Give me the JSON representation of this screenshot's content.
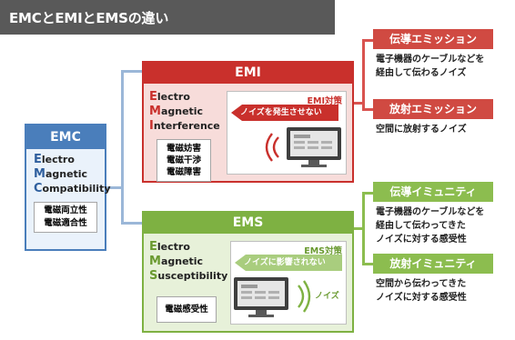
{
  "title": "EMCとEMIとEMSの違い",
  "emc": {
    "head": "EMC",
    "words": [
      {
        "cap": "E",
        "rest": "lectro"
      },
      {
        "cap": "M",
        "rest": "agnetic"
      },
      {
        "cap": "C",
        "rest": "ompatibility"
      }
    ],
    "jp": [
      "電磁両立性",
      "電磁適合性"
    ]
  },
  "emi": {
    "head": "EMI",
    "words": [
      {
        "cap": "E",
        "rest": "lectro"
      },
      {
        "cap": "M",
        "rest": "agnetic"
      },
      {
        "cap": "I",
        "rest": "nterference"
      }
    ],
    "jp": [
      "電磁妨害",
      "電磁干渉",
      "電磁障害"
    ],
    "taisaku": "EMI対策",
    "arrow": "ノイズを発生させない"
  },
  "ems": {
    "head": "EMS",
    "words": [
      {
        "cap": "E",
        "rest": "lectro"
      },
      {
        "cap": "M",
        "rest": "agnetic"
      },
      {
        "cap": "S",
        "rest": "usceptibility"
      }
    ],
    "jp": [
      "電磁感受性"
    ],
    "taisaku": "EMS対策",
    "arrow": "ノイズに影響されない",
    "noise": "ノイズ"
  },
  "right": {
    "emi_conducted": {
      "label": "伝導エミッション",
      "desc": [
        "電子機器のケーブルなどを",
        "経由して伝わるノイズ"
      ]
    },
    "emi_radiated": {
      "label": "放射エミッション",
      "desc": [
        "空間に放射するノイズ"
      ]
    },
    "ems_conducted": {
      "label": "伝導イミュニティ",
      "desc": [
        "電子機器のケーブルなどを",
        "経由して伝わってきた",
        "ノイズに対する感受性"
      ]
    },
    "ems_radiated": {
      "label": "放射イミュニティ",
      "desc": [
        "空間から伝わってきた",
        "ノイズに対する感受性"
      ]
    }
  },
  "colors": {
    "emc": "#4a7ebb",
    "emi": "#c9302c",
    "ems": "#7eb142"
  }
}
